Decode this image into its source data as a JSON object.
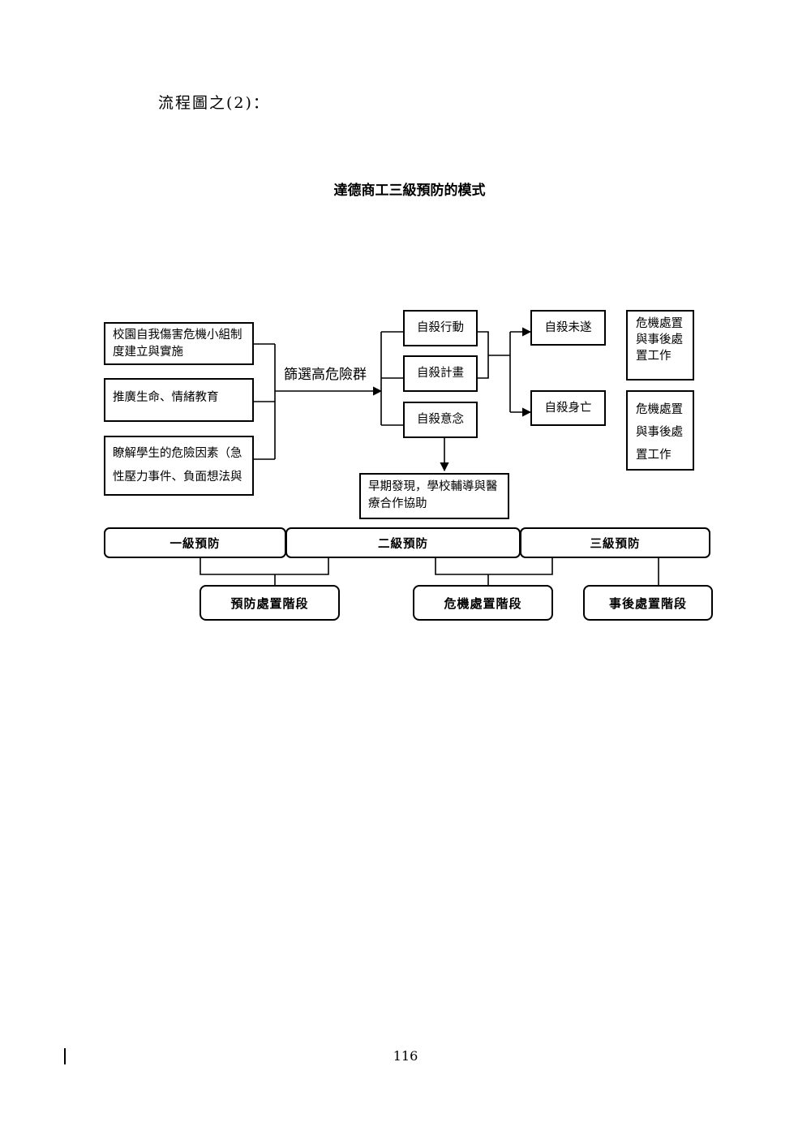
{
  "heading": "流程圖之(2)：",
  "title": "達德商工三級預防的模式",
  "left_boxes": [
    "校園自我傷害危機小組制度建立與實施",
    "推廣生命、情緒教育",
    "瞭解學生的危險因素（急性壓力事件、負面想法與"
  ],
  "screen_label": "篩選高危險群",
  "middle_boxes": [
    "自殺行動",
    "自殺計畫",
    "自殺意念"
  ],
  "outcome_boxes": [
    "自殺未遂",
    "自殺身亡"
  ],
  "response_boxes": [
    "危機處置與事後處置工作",
    "危機處置與事後處置工作"
  ],
  "early_box": "早期發現，學校輔導與醫療合作協助",
  "stages": [
    "一級預防",
    "二級預防",
    "三級預防"
  ],
  "phases": [
    "預防處置階段",
    "危機處置階段",
    "事後處置階段"
  ],
  "page_number": "116"
}
